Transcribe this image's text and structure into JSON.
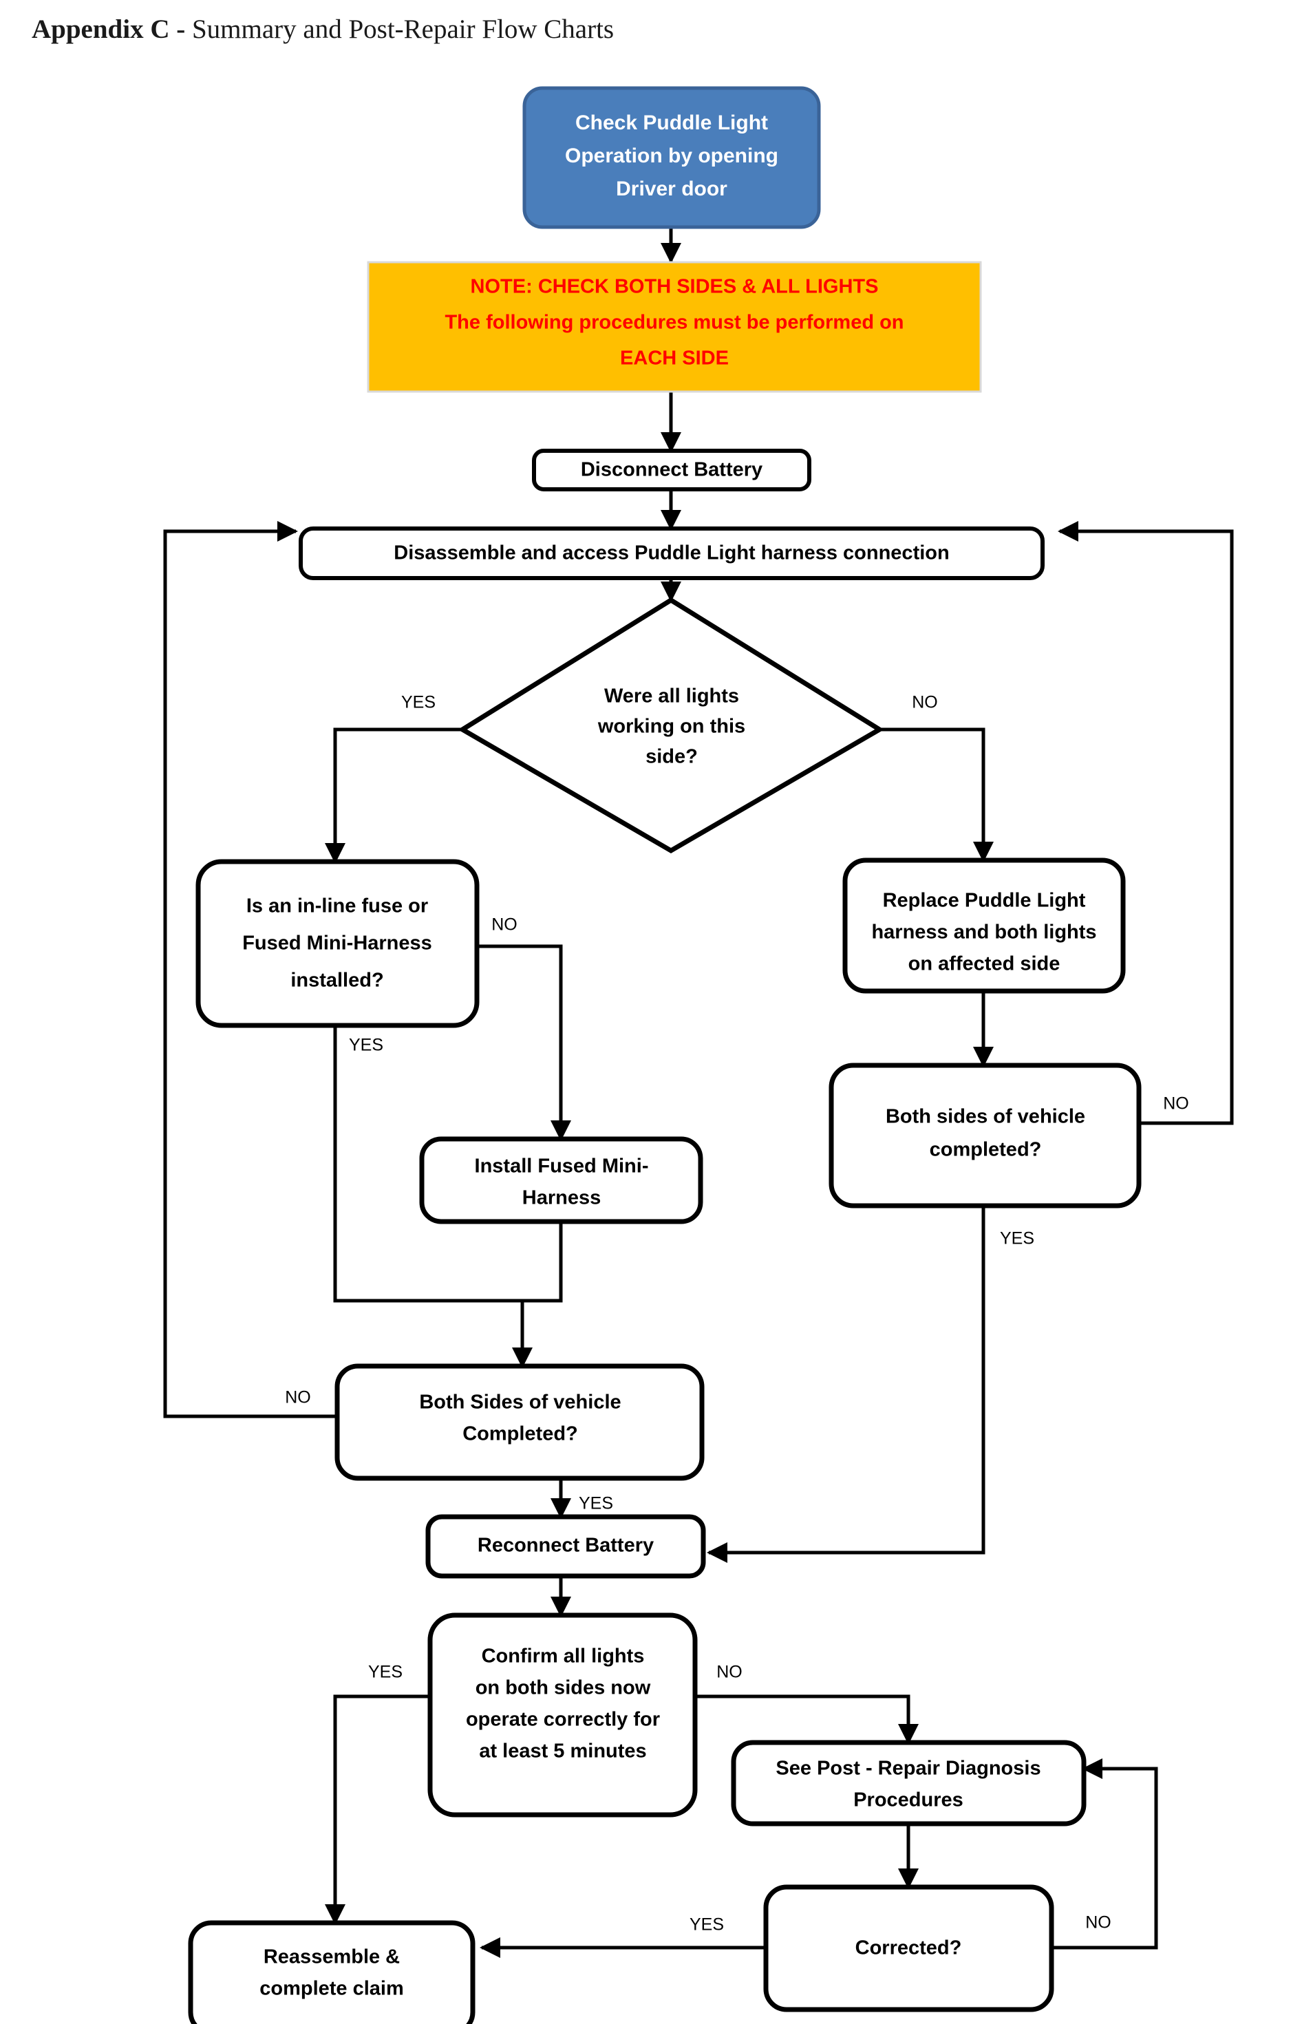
{
  "page": {
    "title_bold": "Appendix C - ",
    "title_rest": "Summary and Post-Repair Flow Charts",
    "background": "#ffffff"
  },
  "colors": {
    "start_fill": "#4a7ebb",
    "start_border": "#3a6398",
    "start_text": "#ffffff",
    "note_fill": "#ffbf00",
    "note_text": "#ff0000",
    "box_fill": "#ffffff",
    "box_border": "#000000",
    "line": "#000000"
  },
  "chart_data": {
    "type": "flowchart",
    "title": "Appendix C - Summary and Post-Repair Flow Charts",
    "nodes": [
      {
        "id": "start",
        "shape": "rounded-rect",
        "style": "start",
        "lines": [
          "Check Puddle Light",
          "Operation by opening",
          "Driver door"
        ]
      },
      {
        "id": "note",
        "shape": "rect",
        "style": "note",
        "lines": [
          "NOTE: CHECK BOTH SIDES & ALL LIGHTS",
          "The following procedures must be performed on",
          "EACH SIDE"
        ]
      },
      {
        "id": "disconnect",
        "shape": "rounded-rect",
        "style": "process",
        "lines": [
          "Disconnect Battery"
        ]
      },
      {
        "id": "disassemble",
        "shape": "rounded-rect",
        "style": "process",
        "lines": [
          "Disassemble and access Puddle Light harness connection"
        ]
      },
      {
        "id": "all_working",
        "shape": "diamond",
        "style": "decision",
        "lines": [
          "Were all lights",
          "working on this",
          "side?"
        ]
      },
      {
        "id": "inline_fuse",
        "shape": "rounded-rect",
        "style": "decision",
        "lines": [
          "Is an in-line fuse or",
          "Fused Mini-Harness",
          "installed?"
        ]
      },
      {
        "id": "replace",
        "shape": "rounded-rect",
        "style": "process",
        "lines": [
          "Replace Puddle Light",
          "harness and both lights",
          "on affected side"
        ]
      },
      {
        "id": "install_fmh",
        "shape": "rounded-rect",
        "style": "process",
        "lines": [
          "Install Fused Mini-",
          "Harness"
        ]
      },
      {
        "id": "both_right",
        "shape": "rounded-rect",
        "style": "decision",
        "lines": [
          "Both sides of vehicle",
          "completed?"
        ]
      },
      {
        "id": "both_left",
        "shape": "rounded-rect",
        "style": "decision",
        "lines": [
          "Both Sides of vehicle",
          "Completed?"
        ]
      },
      {
        "id": "reconnect",
        "shape": "rounded-rect",
        "style": "process",
        "lines": [
          "Reconnect Battery"
        ]
      },
      {
        "id": "confirm",
        "shape": "rounded-rect",
        "style": "decision",
        "lines": [
          "Confirm all lights",
          "on both sides now",
          "operate correctly for",
          "at least 5 minutes"
        ]
      },
      {
        "id": "post_repair",
        "shape": "rounded-rect",
        "style": "process",
        "lines": [
          "See Post - Repair Diagnosis",
          "Procedures"
        ]
      },
      {
        "id": "corrected",
        "shape": "rounded-rect",
        "style": "decision",
        "lines": [
          "Corrected?"
        ]
      },
      {
        "id": "reassemble",
        "shape": "rounded-rect",
        "style": "process",
        "lines": [
          "Reassemble &",
          "complete claim"
        ]
      }
    ],
    "edges": [
      {
        "from": "start",
        "to": "note",
        "label": ""
      },
      {
        "from": "note",
        "to": "disconnect",
        "label": ""
      },
      {
        "from": "disconnect",
        "to": "disassemble",
        "label": ""
      },
      {
        "from": "disassemble",
        "to": "all_working",
        "label": ""
      },
      {
        "from": "all_working",
        "to": "inline_fuse",
        "label": "YES"
      },
      {
        "from": "all_working",
        "to": "replace",
        "label": "NO"
      },
      {
        "from": "inline_fuse",
        "to": "both_left",
        "label": "YES"
      },
      {
        "from": "inline_fuse",
        "to": "install_fmh",
        "label": "NO"
      },
      {
        "from": "install_fmh",
        "to": "both_left",
        "label": ""
      },
      {
        "from": "replace",
        "to": "both_right",
        "label": ""
      },
      {
        "from": "both_right",
        "to": "disassemble",
        "label": "NO"
      },
      {
        "from": "both_right",
        "to": "reconnect",
        "label": "YES"
      },
      {
        "from": "both_left",
        "to": "disassemble",
        "label": "NO"
      },
      {
        "from": "both_left",
        "to": "reconnect",
        "label": "YES"
      },
      {
        "from": "reconnect",
        "to": "confirm",
        "label": ""
      },
      {
        "from": "confirm",
        "to": "reassemble",
        "label": "YES"
      },
      {
        "from": "confirm",
        "to": "post_repair",
        "label": "NO"
      },
      {
        "from": "post_repair",
        "to": "corrected",
        "label": ""
      },
      {
        "from": "corrected",
        "to": "reassemble",
        "label": "YES"
      },
      {
        "from": "corrected",
        "to": "post_repair",
        "label": "NO"
      }
    ],
    "edge_labels": [
      "YES",
      "NO",
      "YES",
      "NO",
      "NO",
      "YES",
      "NO",
      "YES",
      "YES",
      "NO",
      "YES",
      "NO"
    ]
  },
  "nodes": {
    "start": {
      "l1": "Check Puddle Light",
      "l2": "Operation by opening",
      "l3": "Driver door"
    },
    "note": {
      "l1": "NOTE: CHECK BOTH SIDES & ALL LIGHTS",
      "l2": "The following procedures must be performed on",
      "l3": "EACH SIDE"
    },
    "disconnect": {
      "l1": "Disconnect Battery"
    },
    "disassemble": {
      "l1": "Disassemble and access Puddle Light harness connection"
    },
    "all_working": {
      "l1": "Were all lights",
      "l2": "working on this",
      "l3": "side?"
    },
    "inline_fuse": {
      "l1": "Is an in-line fuse or",
      "l2": "Fused Mini-Harness",
      "l3": "installed?"
    },
    "replace": {
      "l1": "Replace Puddle Light",
      "l2": "harness and both lights",
      "l3": "on affected side"
    },
    "install_fmh": {
      "l1": "Install Fused Mini-",
      "l2": "Harness"
    },
    "both_right": {
      "l1": "Both sides of vehicle",
      "l2": "completed?"
    },
    "both_left": {
      "l1": "Both Sides of vehicle",
      "l2": "Completed?"
    },
    "reconnect": {
      "l1": "Reconnect Battery"
    },
    "confirm": {
      "l1": "Confirm all lights",
      "l2": "on both sides now",
      "l3": "operate correctly for",
      "l4": "at least 5 minutes"
    },
    "post_repair": {
      "l1": "See Post - Repair Diagnosis",
      "l2": "Procedures"
    },
    "corrected": {
      "l1": "Corrected?"
    },
    "reassemble": {
      "l1": "Reassemble &",
      "l2": "complete claim"
    }
  },
  "labels": {
    "yes_allworking": "YES",
    "no_allworking": "NO",
    "no_inlinefuse": "NO",
    "yes_inlinefuse": "YES",
    "no_bothright": "NO",
    "yes_bothright": "YES",
    "no_bothleft": "NO",
    "yes_bothleft": "YES",
    "yes_confirm": "YES",
    "no_confirm": "NO",
    "yes_corrected": "YES",
    "no_corrected": "NO"
  }
}
